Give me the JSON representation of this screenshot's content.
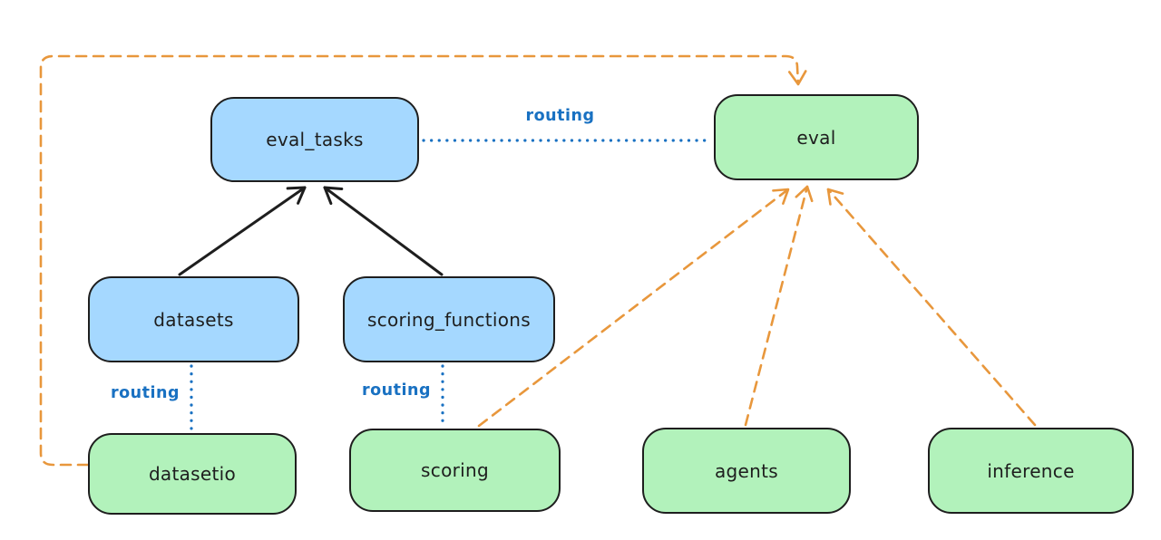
{
  "nodes": [
    {
      "id": "eval_tasks",
      "label": "eval_tasks",
      "fill": "#a5d8ff"
    },
    {
      "id": "eval",
      "label": "eval",
      "fill": "#b2f2bb"
    },
    {
      "id": "datasets",
      "label": "datasets",
      "fill": "#a5d8ff"
    },
    {
      "id": "scoring_functions",
      "label": "scoring_functions",
      "fill": "#a5d8ff"
    },
    {
      "id": "datasetio",
      "label": "datasetio",
      "fill": "#b2f2bb"
    },
    {
      "id": "scoring",
      "label": "scoring",
      "fill": "#b2f2bb"
    },
    {
      "id": "agents",
      "label": "agents",
      "fill": "#b2f2bb"
    },
    {
      "id": "inference",
      "label": "inference",
      "fill": "#b2f2bb"
    }
  ],
  "edge_labels": [
    {
      "id": "routing-eval-tasks-eval",
      "text": "routing"
    },
    {
      "id": "routing-datasets-datasetio",
      "text": "routing"
    },
    {
      "id": "routing-scoring-functions-scoring",
      "text": "routing"
    }
  ],
  "edges": [
    {
      "from": "datasets",
      "to": "eval_tasks",
      "style": "solid",
      "color": "#1e1e1e",
      "arrow": true
    },
    {
      "from": "scoring_functions",
      "to": "eval_tasks",
      "style": "solid",
      "color": "#1e1e1e",
      "arrow": true
    },
    {
      "from": "eval_tasks",
      "to": "eval",
      "style": "dotted",
      "color": "#1971c2",
      "label": "routing",
      "arrow": false
    },
    {
      "from": "datasets",
      "to": "datasetio",
      "style": "dotted",
      "color": "#1971c2",
      "label": "routing",
      "arrow": false
    },
    {
      "from": "scoring_functions",
      "to": "scoring",
      "style": "dotted",
      "color": "#1971c2",
      "label": "routing",
      "arrow": false
    },
    {
      "from": "datasetio",
      "to": "eval",
      "style": "dashed",
      "color": "#e8973c",
      "arrow": true
    },
    {
      "from": "scoring",
      "to": "eval",
      "style": "dashed",
      "color": "#e8973c",
      "arrow": true
    },
    {
      "from": "agents",
      "to": "eval",
      "style": "dashed",
      "color": "#e8973c",
      "arrow": true
    },
    {
      "from": "inference",
      "to": "eval",
      "style": "dashed",
      "color": "#e8973c",
      "arrow": true
    }
  ],
  "colors": {
    "blue_node_fill": "#a5d8ff",
    "green_node_fill": "#b2f2bb",
    "node_stroke": "#1e1e1e",
    "routing_blue": "#1971c2",
    "provider_orange": "#e8973c",
    "background": "#ffffff"
  }
}
